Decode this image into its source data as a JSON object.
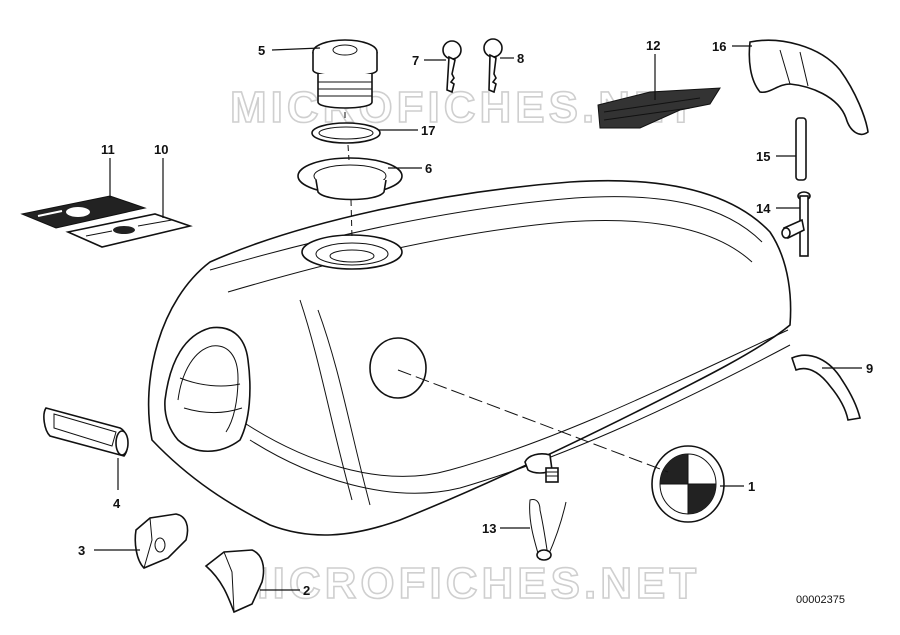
{
  "watermark": {
    "text": "MICROFICHES.NET"
  },
  "reference": {
    "number": "00002375"
  },
  "callouts": {
    "p1": "1",
    "p2": "2",
    "p3": "3",
    "p4": "4",
    "p5": "5",
    "p6": "6",
    "p7": "7",
    "p8": "8",
    "p9": "9",
    "p10": "10",
    "p11": "11",
    "p12": "12",
    "p13": "13",
    "p14": "14",
    "p15": "15",
    "p16": "16",
    "p17": "17"
  },
  "colors": {
    "line": "#111111",
    "watermark": "#cfcfcf",
    "background": "#ffffff"
  }
}
